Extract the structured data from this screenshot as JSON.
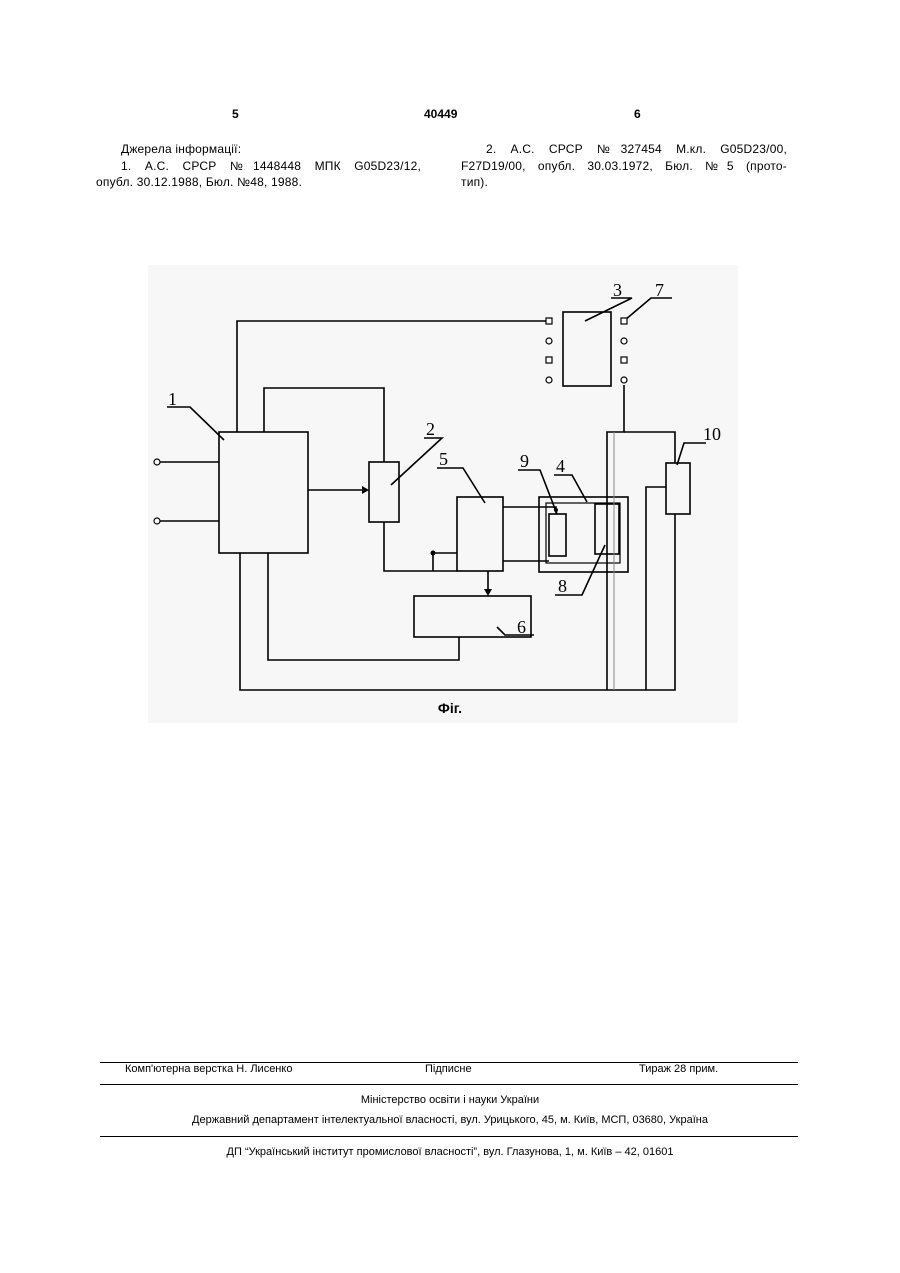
{
  "header": {
    "page_left": "5",
    "patent_number": "40449",
    "page_right": "6"
  },
  "references": {
    "heading": "Джерела інформації:",
    "ref1_line1": "1. А.С. СРСР №1448448 МПК G05D23/12,",
    "ref1_line2": "опубл. 30.12.1988, Бюл. №48, 1988.",
    "ref2_line1": "2. А.С. СРСР №327454 М.кл. G05D23/00,",
    "ref2_line2": "F27D19/00, опубл. 30.03.1972, Бюл. №5 (прото-",
    "ref2_line3": "тип)."
  },
  "figure": {
    "caption": "Фіг.",
    "labels": {
      "l1": "1",
      "l2": "2",
      "l3": "3",
      "l4": "4",
      "l5": "5",
      "l6": "6",
      "l7": "7",
      "l8": "8",
      "l9": "9",
      "l10": "10"
    }
  },
  "footer": {
    "layout_by": "Комп'ютерна верстка Н. Лисенко",
    "subscription": "Підписне",
    "circulation": "Тираж 28 прим.",
    "ministry": "Міністерство освіти і науки України",
    "department": "Державний департамент інтелектуальної власності, вул. Урицького, 45, м. Київ, МСП, 03680, Україна",
    "institute": "ДП “Український інститут промислової власності”, вул. Глазунова, 1, м. Київ – 42, 01601"
  }
}
